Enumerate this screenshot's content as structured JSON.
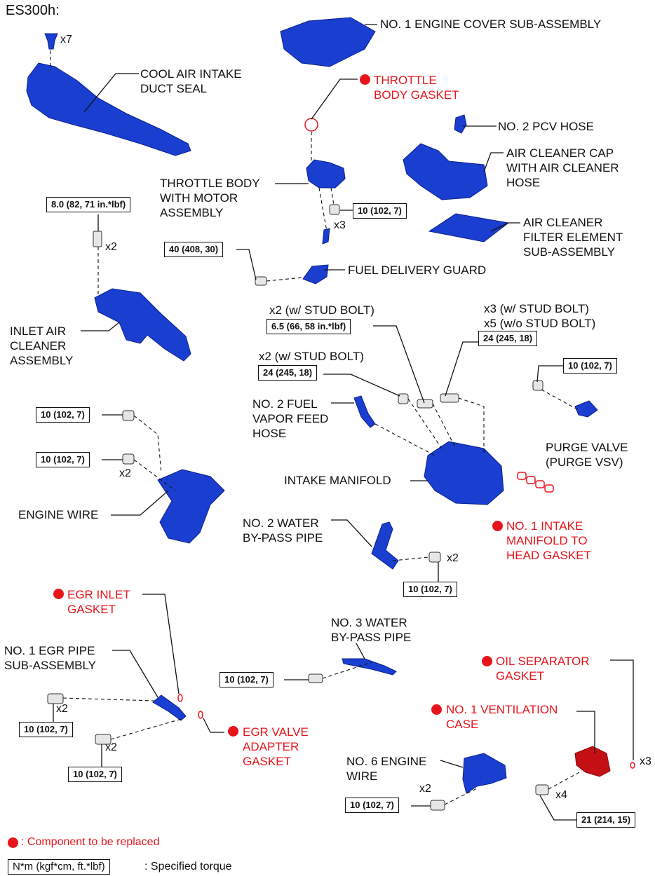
{
  "title": "ES300h:",
  "colors": {
    "part": "#1a3fd0",
    "replace": "#e8141c",
    "text": "#111111"
  },
  "labels": {
    "engine_cover": "NO. 1 ENGINE COVER SUB-ASSEMBLY",
    "cool_air_duct": "COOL AIR INTAKE\nDUCT SEAL",
    "throttle_gasket": "THROTTLE\nBODY GASKET",
    "pcv_hose": "NO. 2 PCV HOSE",
    "air_cleaner_cap": "AIR CLEANER CAP\nWITH AIR CLEANER\nHOSE",
    "throttle_body": "THROTTLE BODY\nWITH MOTOR\nASSEMBLY",
    "air_filter": "AIR CLEANER\nFILTER ELEMENT\nSUB-ASSEMBLY",
    "fuel_guard": "FUEL DELIVERY GUARD",
    "inlet_cleaner": "INLET AIR\nCLEANER\nASSEMBLY",
    "stud_a": "x2 (w/ STUD BOLT)",
    "stud_b": "x3 (w/ STUD BOLT)\nx5 (w/o STUD BOLT)",
    "stud_c": "x2 (w/ STUD BOLT)",
    "fuel_vapor": "NO. 2 FUEL\nVAPOR FEED\nHOSE",
    "purge_valve": "PURGE VALVE\n(PURGE VSV)",
    "intake_manifold": "INTAKE MANIFOLD",
    "engine_wire": "ENGINE WIRE",
    "water_pipe2": "NO. 2 WATER\nBY-PASS PIPE",
    "manifold_gasket": "NO. 1 INTAKE\nMANIFOLD TO\nHEAD GASKET",
    "egr_inlet": "EGR INLET\nGASKET",
    "water_pipe3": "NO. 3 WATER\nBY-PASS PIPE",
    "egr_pipe": "NO. 1 EGR PIPE\nSUB-ASSEMBLY",
    "oil_sep": "OIL SEPARATOR\nGASKET",
    "vent_case": "NO. 1 VENTILATION\nCASE",
    "egr_valve": "EGR VALVE\nADAPTER\nGASKET",
    "engine_wire6": "NO. 6 ENGINE\nWIRE"
  },
  "torques": {
    "t_80": "8.0 (82, 71 in.*lbf)",
    "t_throttle": "10 (102, 7)",
    "t_40": "40 (408, 30)",
    "t_65": "6.5 (66, 58 in.*lbf)",
    "t_24a": "24 (245, 18)",
    "t_24b": "24 (245, 18)",
    "t_purge": "10 (102, 7)",
    "t_wire1": "10 (102, 7)",
    "t_wire2": "10 (102, 7)",
    "t_water2": "10 (102, 7)",
    "t_water3": "10 (102, 7)",
    "t_egr1": "10 (102, 7)",
    "t_egr2": "10 (102, 7)",
    "t_wire6": "10 (102, 7)",
    "t_21": "21 (214, 15)"
  },
  "multipliers": {
    "m_clip": "x7",
    "m_80": "x2",
    "m_throttle": "x3",
    "m_wire": "x2",
    "m_water2": "x2",
    "m_egr1": "x2",
    "m_egr2": "x2",
    "m_wire6": "x2",
    "m_vent": "x4",
    "m_oilsep": "x3"
  },
  "legend": {
    "replace_text": ": Component to be replaced",
    "torque_box": "N*m (kgf*cm, ft.*lbf)",
    "torque_text": ": Specified torque"
  }
}
